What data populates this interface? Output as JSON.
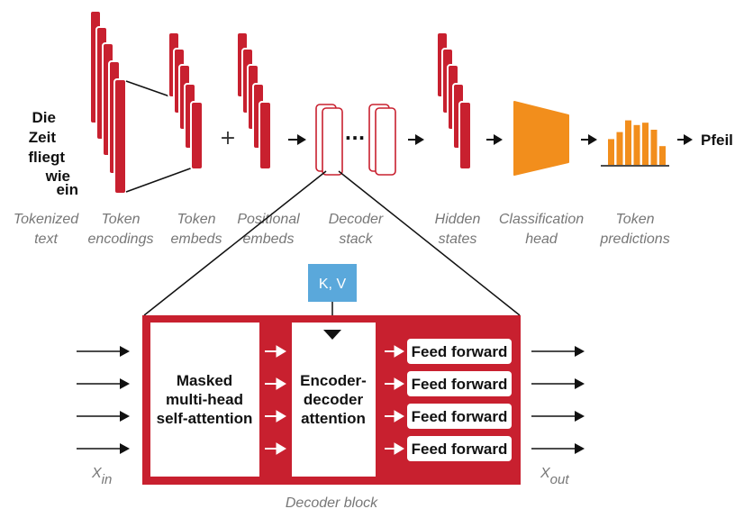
{
  "colors": {
    "primary_red": "#c8202f",
    "accent_orange": "#f28e1c",
    "kv_blue": "#5aa8db",
    "label_grey": "#777777",
    "text_black": "#111111"
  },
  "input_words": [
    "Die",
    "Zeit",
    "fliegt",
    "wie",
    "ein"
  ],
  "plus_sign": "+",
  "ellipsis": "···",
  "output_word": "Pfeil",
  "pipeline_labels": {
    "tokenized_text": [
      "Tokenized",
      "text"
    ],
    "token_encodings": [
      "Token",
      "encodings"
    ],
    "token_embeds": [
      "Token",
      "embeds"
    ],
    "positional_embeds": [
      "Positional",
      "embeds"
    ],
    "decoder_stack": [
      "Decoder",
      "stack"
    ],
    "hidden_states": [
      "Hidden",
      "states"
    ],
    "classification_head": [
      "Classification",
      "head"
    ],
    "token_predictions": [
      "Token",
      "predictions"
    ]
  },
  "decoder_block": {
    "kv_label": "K, V",
    "masked_attention": [
      "Masked",
      "multi-head",
      "self-attention"
    ],
    "encoder_decoder_attention": [
      "Encoder-",
      "decoder",
      "attention"
    ],
    "feed_forward_labels": [
      "Feed forward",
      "Feed forward",
      "Feed forward",
      "Feed forward"
    ],
    "x_in": {
      "base": "X",
      "sub": "in"
    },
    "x_out": {
      "base": "X",
      "sub": "out"
    },
    "caption": "Decoder block"
  },
  "prediction_bars": [
    0.55,
    0.7,
    0.95,
    0.85,
    0.9,
    0.75,
    0.4
  ]
}
